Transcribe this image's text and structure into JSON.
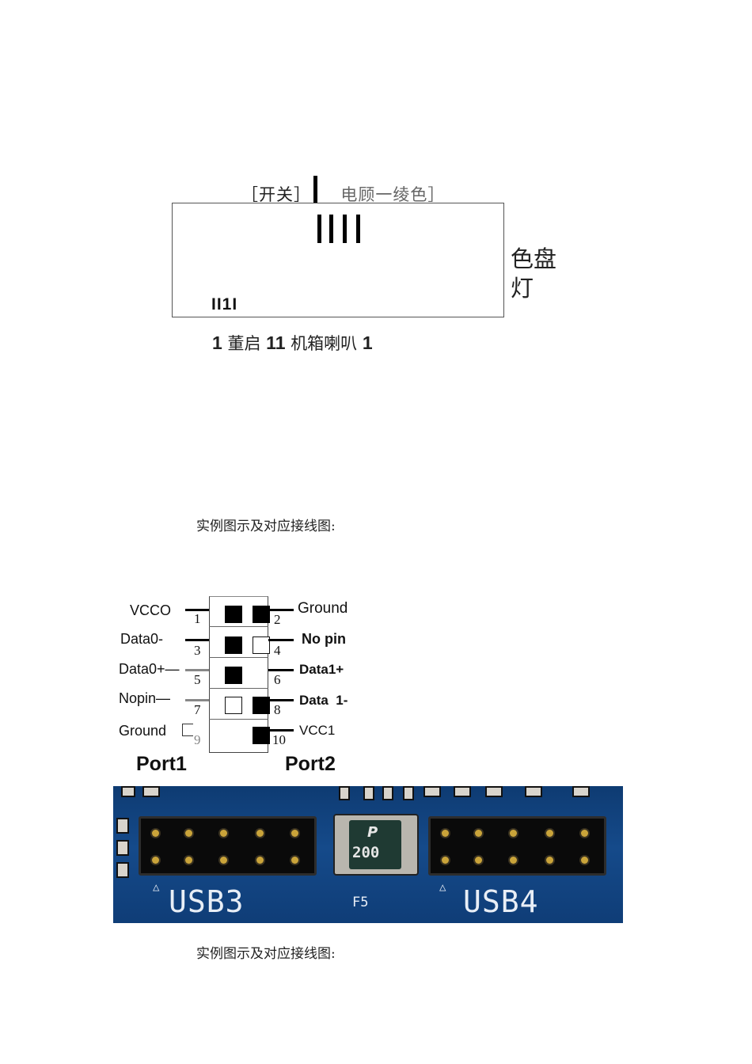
{
  "panel_diagram": {
    "header_left": "［开关］",
    "header_right": "电顾一绫色］",
    "inner_label": "II1I",
    "side_label": "色盘灯",
    "bottom_row": {
      "part1": "1",
      "part2": "董启",
      "part3": "11",
      "part4": "机箱喇叭",
      "part5": "1"
    }
  },
  "caption_1": "实例图示及对应接线图:",
  "usb_header": {
    "left_labels": [
      "VCCO",
      "Data0-",
      "Data0+—",
      "Nopin—",
      "Ground"
    ],
    "right_labels": [
      "Ground",
      "No pin",
      "Data1+",
      "Data  1-",
      "VCC1"
    ],
    "pin_numbers_odd": [
      "1",
      "3",
      "5",
      "7",
      "9"
    ],
    "pin_numbers_even": [
      "2",
      "4",
      "6",
      "8",
      "10"
    ],
    "ports": [
      "Port1",
      "Port2"
    ]
  },
  "board_photo": {
    "label_usb3": "USB3",
    "label_usb4": "USB4",
    "label_fuse": "F5",
    "fuse_value": "200",
    "fuse_mark": "P"
  },
  "caption_2": "实例图示及对应接线图:"
}
